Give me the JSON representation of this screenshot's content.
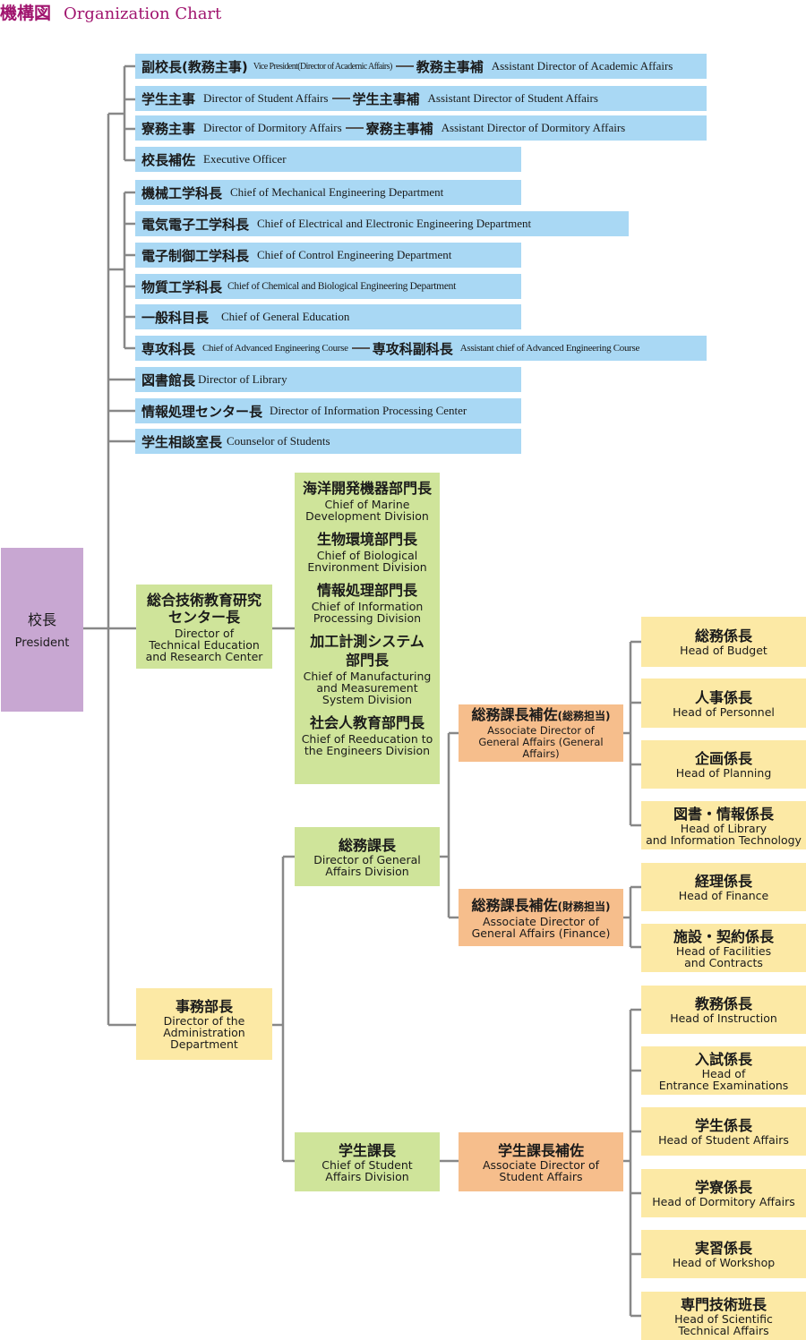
{
  "title": {
    "jp": "機構図",
    "en": "Organization Chart"
  },
  "president": {
    "jp": "校長",
    "en": "President"
  },
  "blue_boxes": [
    {
      "jp": "副校長(教務主事)",
      "en": "Vice President(Director of Academic Affairs)",
      "jp2": "教務主事補",
      "en2": "Assistant Director of Academic Affairs"
    },
    {
      "jp": "学生主事",
      "en": "Director of Student Affairs",
      "jp2": "学生主事補",
      "en2": "Assistant Director of Student Affairs"
    },
    {
      "jp": "寮務主事",
      "en": "Director of Dormitory Affairs",
      "jp2": "寮務主事補",
      "en2": "Assistant Director of Dormitory Affairs"
    },
    {
      "jp": "校長補佐",
      "en": "Executive Officer"
    },
    {
      "jp": "機械工学科長",
      "en": "Chief of Mechanical Engineering Department"
    },
    {
      "jp": "電気電子工学科長",
      "en": "Chief of Electrical and Electronic Engineering Department"
    },
    {
      "jp": "電子制御工学科長",
      "en": "Chief of Control Engineering Department"
    },
    {
      "jp": "物質工学科長",
      "en": "Chief of Chemical and Biological Engineering Department"
    },
    {
      "jp": "一般科目長",
      "en": "Chief of General Education"
    },
    {
      "jp": "専攻科長",
      "en": "Chief of Advanced Engineering Course",
      "jp2": "専攻科副科長",
      "en2": "Assistant chief of Advanced Engineering Course"
    },
    {
      "jp": "図書館長",
      "en": "Director of Library"
    },
    {
      "jp": "情報処理センター長",
      "en": "Director of Information Processing Center"
    },
    {
      "jp": "学生相談室長",
      "en": "Counselor of Students"
    }
  ],
  "tech_center": {
    "jp1": "総合技術教育研究",
    "jp2": "センター長",
    "en1": "Director of",
    "en2": "Technical Education",
    "en3": "and Research Center"
  },
  "divisions": [
    {
      "jp1": "海洋開発機器部門長",
      "en1": "Chief of Marine",
      "en2": "Development Division"
    },
    {
      "jp1": "生物環境部門長",
      "en1": "Chief of Biological",
      "en2": "Environment Division"
    },
    {
      "jp1": "情報処理部門長",
      "en1": "Chief of Information",
      "en2": "Processing Division"
    },
    {
      "jp1": "加工計測システム",
      "jp2": "部門長",
      "en1": "Chief of Manufacturing",
      "en2": "and Measurement",
      "en3": "System Division"
    },
    {
      "jp1": "社会人教育部門長",
      "en1": "Chief of Reeducation to",
      "en2": "the Engineers Division"
    }
  ],
  "admin": {
    "jp": "事務部長",
    "en1": "Director of the",
    "en2": "Administration",
    "en3": "Department"
  },
  "general_affairs": {
    "jp": "総務課長",
    "en1": "Director of General",
    "en2": "Affairs Division"
  },
  "student_affairs": {
    "jp": "学生課長",
    "en1": "Chief of Student",
    "en2": "Affairs Division"
  },
  "assoc_general": {
    "jp": "総務課長補佐",
    "jp_small": "(総務担当)",
    "en1": "Associate Director of",
    "en2": "General Affairs (General Affairs)"
  },
  "assoc_finance": {
    "jp": "総務課長補佐",
    "jp_small": "(財務担当)",
    "en1": "Associate Director of",
    "en2": "General Affairs (Finance)"
  },
  "assoc_student": {
    "jp": "学生課長補佐",
    "en1": "Associate Director of",
    "en2": "Student Affairs"
  },
  "heads": [
    {
      "jp": "総務係長",
      "en1": "Head of Budget"
    },
    {
      "jp": "人事係長",
      "en1": "Head of Personnel"
    },
    {
      "jp": "企画係長",
      "en1": "Head of Planning"
    },
    {
      "jp": "図書・情報係長",
      "en1": "Head of Library",
      "en2": "and Information Technology"
    },
    {
      "jp": "経理係長",
      "en1": "Head of Finance"
    },
    {
      "jp": "施設・契約係長",
      "en1": "Head of Facilities",
      "en2": "and Contracts"
    },
    {
      "jp": "教務係長",
      "en1": "Head of Instruction"
    },
    {
      "jp": "入試係長",
      "en1": "Head of",
      "en2": "Entrance Examinations"
    },
    {
      "jp": "学生係長",
      "en1": "Head of Student Affairs"
    },
    {
      "jp": "学寮係長",
      "en1": "Head of Dormitory Affairs"
    },
    {
      "jp": "実習係長",
      "en1": "Head of Workshop"
    },
    {
      "jp": "専門技術班長",
      "en1": "Head of Scientific",
      "en2": "Technical Affairs"
    }
  ],
  "colors": {
    "line": "#888888",
    "blue": "#a9d8f4",
    "green": "#cfe49a",
    "yellow": "#fce9a5",
    "orange": "#f6be8c",
    "purple": "#c8a7d2",
    "title": "#a0146e"
  }
}
